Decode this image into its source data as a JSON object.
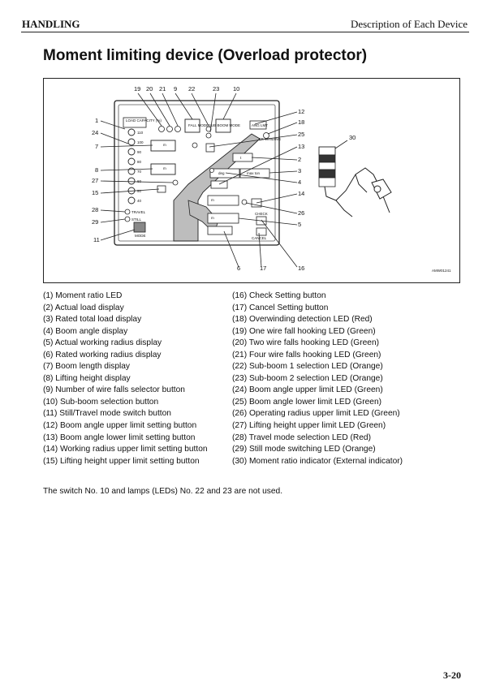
{
  "header": {
    "section": "HANDLING",
    "chapter": "Description of Each Device"
  },
  "title": "Moment limiting device (Overload protector)",
  "figure": {
    "code": "AMW01241",
    "callouts": {
      "c19": "19",
      "c20": "20",
      "c21": "21",
      "c9": "9",
      "c22": "22",
      "c23": "23",
      "c10": "10",
      "c12": "12",
      "c18": "18",
      "c25": "25",
      "c13": "13",
      "c2": "2",
      "c3": "3",
      "c4": "4",
      "c14": "14",
      "c26": "26",
      "c5": "5",
      "c16": "16",
      "c17": "17",
      "c6": "6",
      "c1": "1",
      "c24": "24",
      "c7": "7",
      "c8": "8",
      "c27": "27",
      "c15": "15",
      "c28": "28",
      "c29": "29",
      "c11": "11",
      "c30": "30"
    },
    "panel_text": {
      "load_capacity": "LOAD CAPACITY (%)",
      "ratio_110": "110",
      "ratio_100": "100",
      "ratio_90": "90",
      "ratio_80": "80",
      "ratio_70": "70",
      "ratio_60": "60",
      "ratio_50": "50",
      "ratio_40": "40",
      "fall_mode": "FALL MODE",
      "boom_mode": "SUB BOOM MODE",
      "ang_lmt": "ANG LMT",
      "over_winding": "OVER WINDING",
      "travel": "TRAVEL",
      "still": "STILL",
      "mode": "MODE",
      "t_unit": "t",
      "m_unit": "m",
      "deg_unit": "deg",
      "max_ton": "max ton",
      "check": "CHECK",
      "cancel": "CANCEL"
    }
  },
  "legend_left": [
    "(1) Moment ratio LED",
    "(2) Actual load display",
    "(3) Rated total load display",
    "(4) Boom angle display",
    "(5) Actual working radius display",
    "(6) Rated working radius display",
    "(7) Boom length display",
    "(8) Lifting height display",
    "(9) Number of wire falls selector button",
    "(10) Sub-boom selection button",
    "(11) Still/Travel mode switch button",
    "(12) Boom angle upper limit setting button",
    "(13) Boom angle lower limit setting button",
    "(14) Working radius upper limit setting button",
    "(15) Lifting height upper limit setting button"
  ],
  "legend_right": [
    "(16) Check Setting button",
    "(17) Cancel Setting button",
    "(18) Overwinding detection LED (Red)",
    "(19) One wire fall hooking LED (Green)",
    "(20) Two wire falls hooking LED (Green)",
    "(21) Four wire falls hooking LED (Green)",
    "(22) Sub-boom 1 selection LED (Orange)",
    "(23) Sub-boom 2 selection LED (Orange)",
    "(24) Boom angle upper limit LED (Green)",
    "(25) Boom angle lower limit LED (Green)",
    "(26) Operating radius upper limit LED (Green)",
    "(27) Lifting height upper limit LED (Green)",
    "(28) Travel mode selection LED (Red)",
    "(29) Still mode switching LED (Orange)",
    "(30) Moment ratio indicator (External indicator)"
  ],
  "note": "The switch No. 10 and lamps (LEDs) No. 22 and 23 are not used.",
  "page_number": "3-20"
}
